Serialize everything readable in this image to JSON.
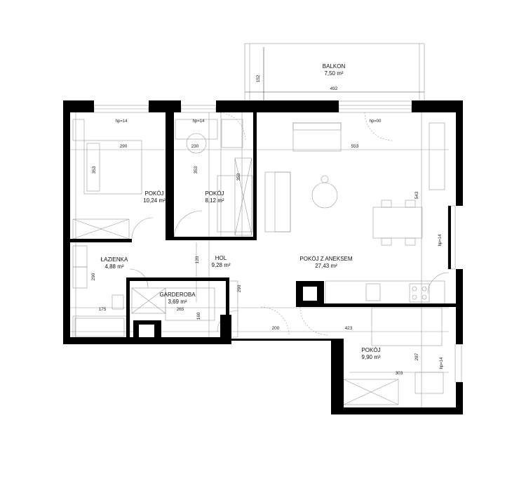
{
  "rooms": [
    {
      "name": "BALKON",
      "area": "7,50 m²"
    },
    {
      "name": "POKÓJ",
      "area": "10,24 m²"
    },
    {
      "name": "POKÓJ",
      "area": "8,12 m²"
    },
    {
      "name": "POKÓJ Z ANEKSEM",
      "area": "27,43 m²"
    },
    {
      "name": "ŁAZIENKA",
      "area": "4,88 m²"
    },
    {
      "name": "HOL",
      "area": "9,28 m²"
    },
    {
      "name": "GARDEROBA",
      "area": "3,69 m²"
    },
    {
      "name": "POKÓJ",
      "area": "9,90 m²"
    }
  ],
  "dimensions": [
    "152",
    "492",
    "290",
    "230",
    "553",
    "353",
    "353",
    "353",
    "543",
    "290",
    "120",
    "290",
    "175",
    "265",
    "160",
    "200",
    "423",
    "303",
    "287"
  ],
  "window_heights": [
    "hp=14",
    "hp=14",
    "hp=00",
    "hp=14",
    "hp=14"
  ]
}
